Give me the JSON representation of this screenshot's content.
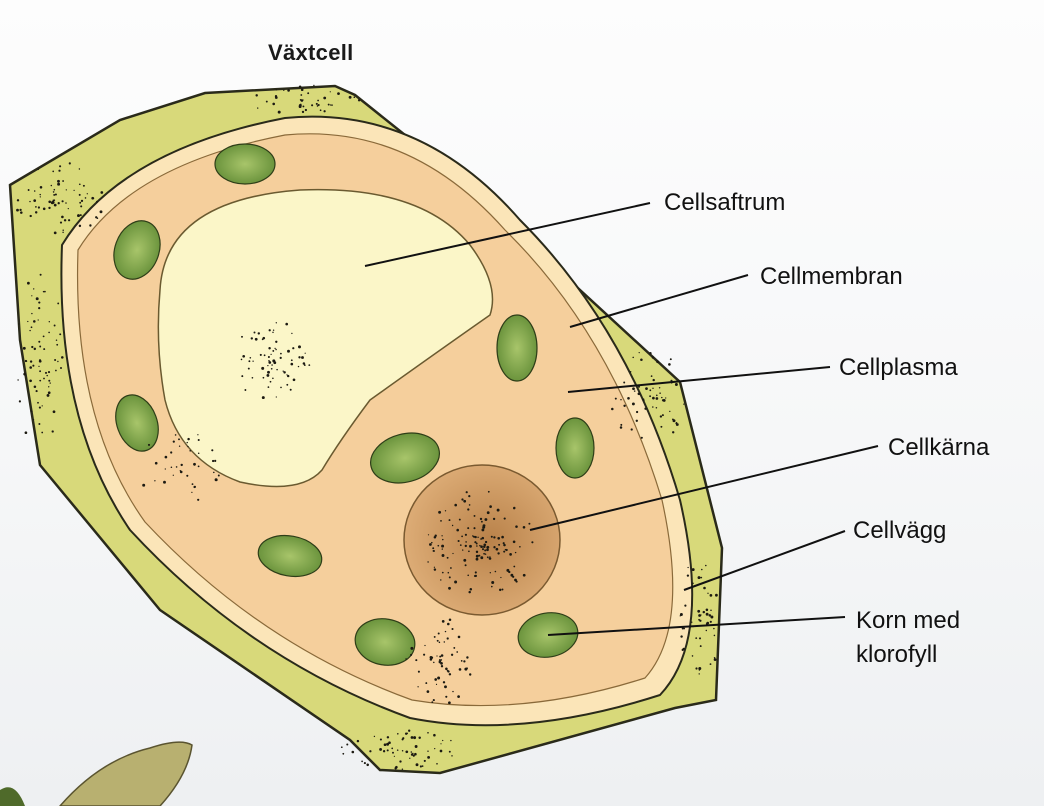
{
  "title": "Växtcell",
  "labels": {
    "vacuole": "Cellsaftrum",
    "membrane": "Cellmembran",
    "cytoplasm": "Cellplasma",
    "nucleus": "Cellkärna",
    "wall": "Cellvägg",
    "chloroplast_line1": "Korn med",
    "chloroplast_line2": "klorofyll"
  },
  "colors": {
    "cell_wall": "#d8d97a",
    "cytoplasm": "#f5cf9c",
    "vacuole": "#fbf6c8",
    "nucleus": "#d4a06a",
    "chloroplast": "#7ea346",
    "outline": "#2a2a1a"
  }
}
